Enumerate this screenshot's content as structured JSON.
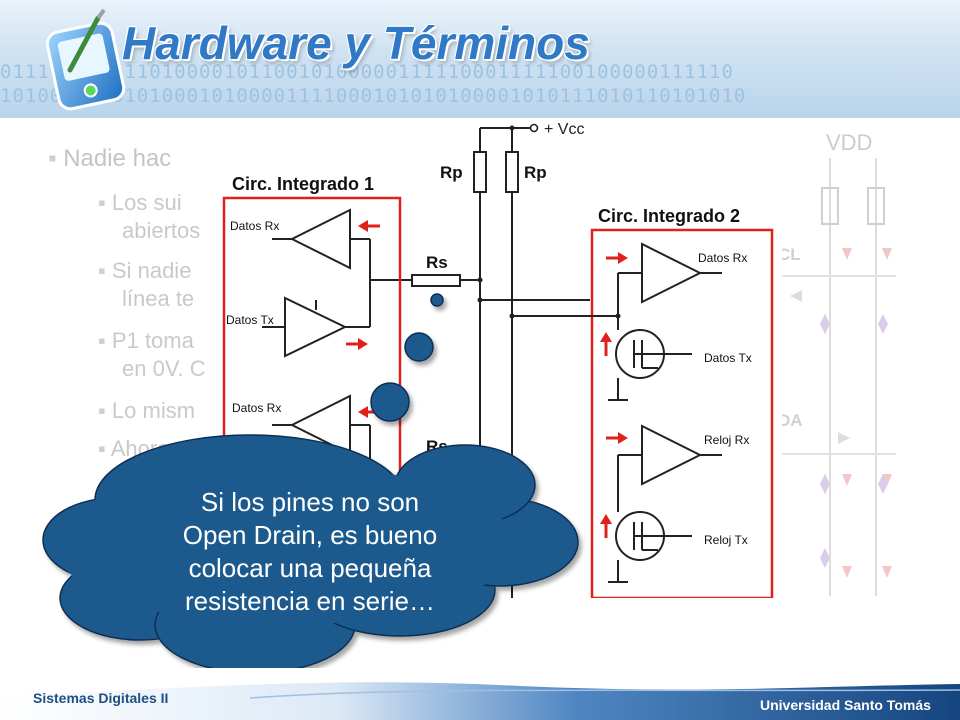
{
  "header": {
    "title": "Hardware y Términos",
    "binary_line_1": "01111100011101000010110010100000111110001111100100000111110",
    "binary_line_2": "101000101010100010100001111000101010100001010111010110101010"
  },
  "background_slide": {
    "vdd_label": "VDD",
    "scl_label": "CL",
    "sda_label": "DA",
    "bullet_main": "Nadie hac",
    "sub_bullets": [
      "Los sui",
      "abiertos",
      "Si nadie",
      "línea te",
      "P1 toma",
      "en 0V. C",
      "Lo mism",
      "Ahora, t"
    ]
  },
  "schematic": {
    "vcc_label": "+ Vcc",
    "rp_label": "Rp",
    "rs_label": "Rs",
    "ic1_title": "Circ. Integrado 1",
    "ic2_title": "Circ. Integrado 2",
    "ic1_pins": [
      "Datos Rx",
      "Datos Tx",
      "Datos Rx"
    ],
    "ic2_pins": [
      "Datos Rx",
      "Datos Tx",
      "Reloj Rx",
      "Reloj Tx"
    ]
  },
  "callout": {
    "text_lines": [
      "Si los pines no son",
      "Open Drain, es bueno",
      "colocar una pequeña",
      "resistencia en serie…"
    ]
  },
  "footer": {
    "left": "Sistemas Digitales II",
    "right": "Universidad Santo Tomás"
  },
  "colors": {
    "title": "#2f79c6",
    "cloud_fill": "#1e5a8e",
    "circuit_red": "#e0201a",
    "footer_bar": "#1b4e8a"
  }
}
